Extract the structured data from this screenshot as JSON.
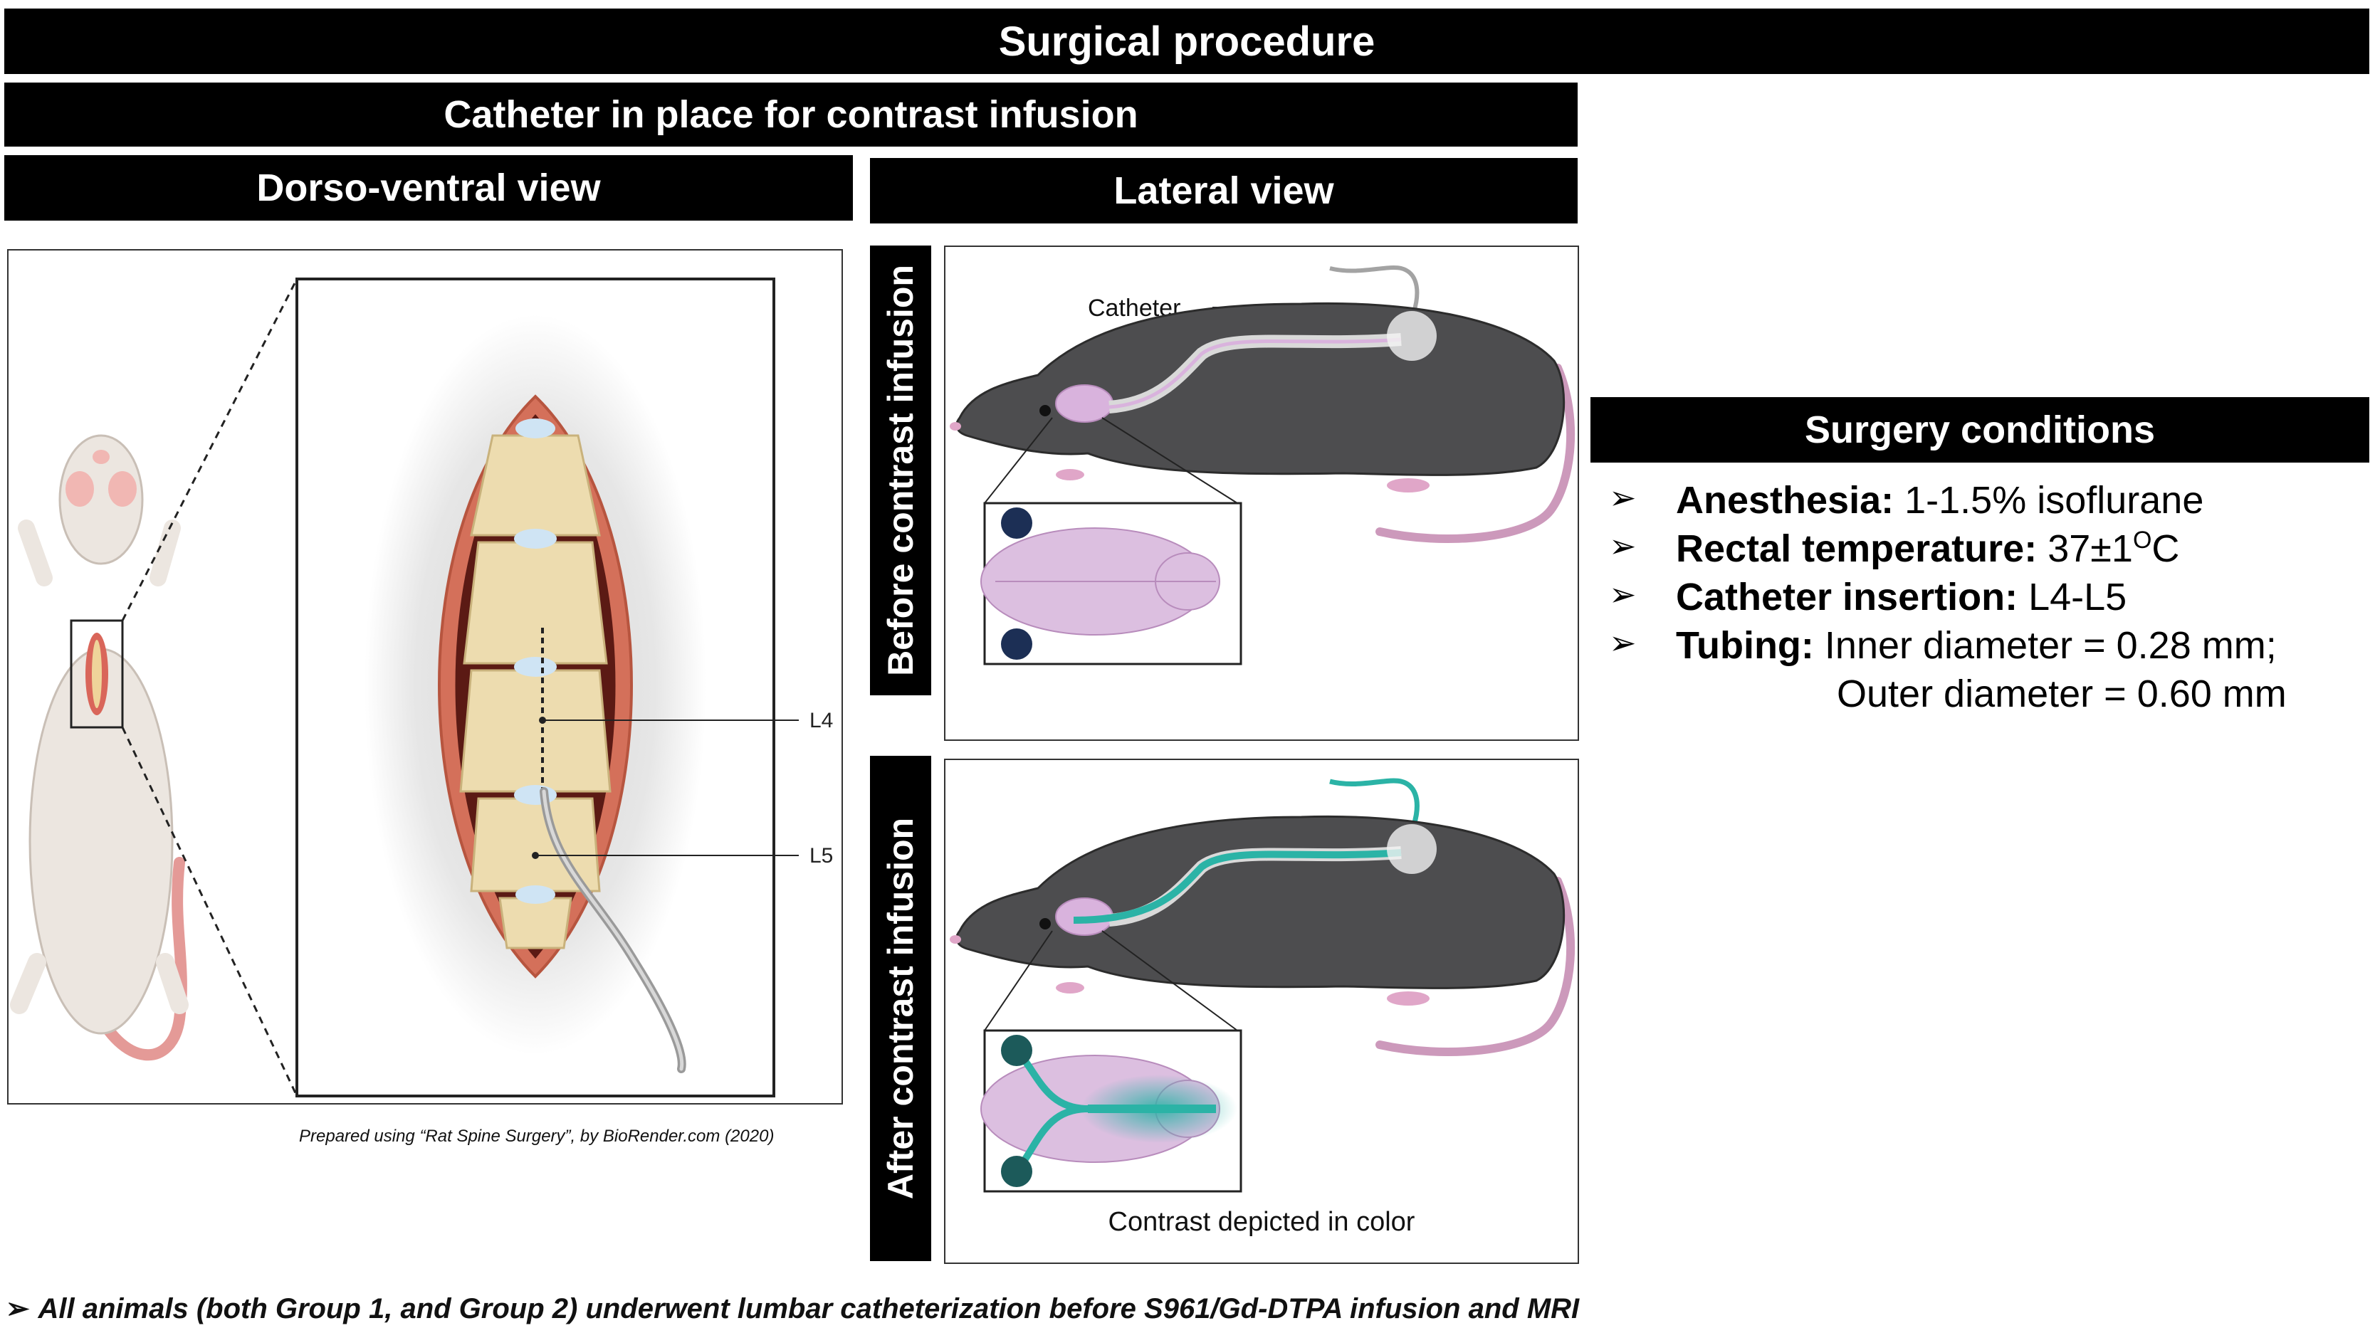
{
  "header": {
    "title": "Surgical procedure"
  },
  "subheader": {
    "title": "Catheter in place for contrast infusion"
  },
  "dorso_ventral": {
    "title": "Dorso-ventral view",
    "label_l4": "L4",
    "label_l5": "L5",
    "credit": "Prepared using “Rat Spine Surgery”, by BioRender.com (2020)"
  },
  "lateral": {
    "title": "Lateral view",
    "before_label": "Before contrast infusion",
    "after_label": "After contrast infusion",
    "catheter_label": "Catheter",
    "contrast_note": "Contrast depicted in color"
  },
  "surgery": {
    "title": "Surgery conditions",
    "items": [
      {
        "key": "Anesthesia:",
        "value": "1-1.5% isoflurane"
      },
      {
        "key": "Rectal temperature:",
        "value": "37±1",
        "sup": "O",
        "suffix": "C"
      },
      {
        "key": "Catheter insertion:",
        "value": "L4-L5"
      },
      {
        "key": "Tubing:",
        "value": "Inner diameter = 0.28 mm;",
        "value2": "Outer diameter = 0.60 mm"
      }
    ],
    "bullet": "➢"
  },
  "footer": {
    "bullet": "➢",
    "note": "All animals (both Group 1, and Group 2) underwent lumbar catheterization before S961/Gd-DTPA infusion and MRI"
  },
  "colors": {
    "bar": "#000000",
    "rat_body": "#4d4d4f",
    "brain": "#d9b3dd",
    "contrast": "#2bb3a6",
    "muscle": "#e0765f",
    "bone": "#eddcaf"
  }
}
